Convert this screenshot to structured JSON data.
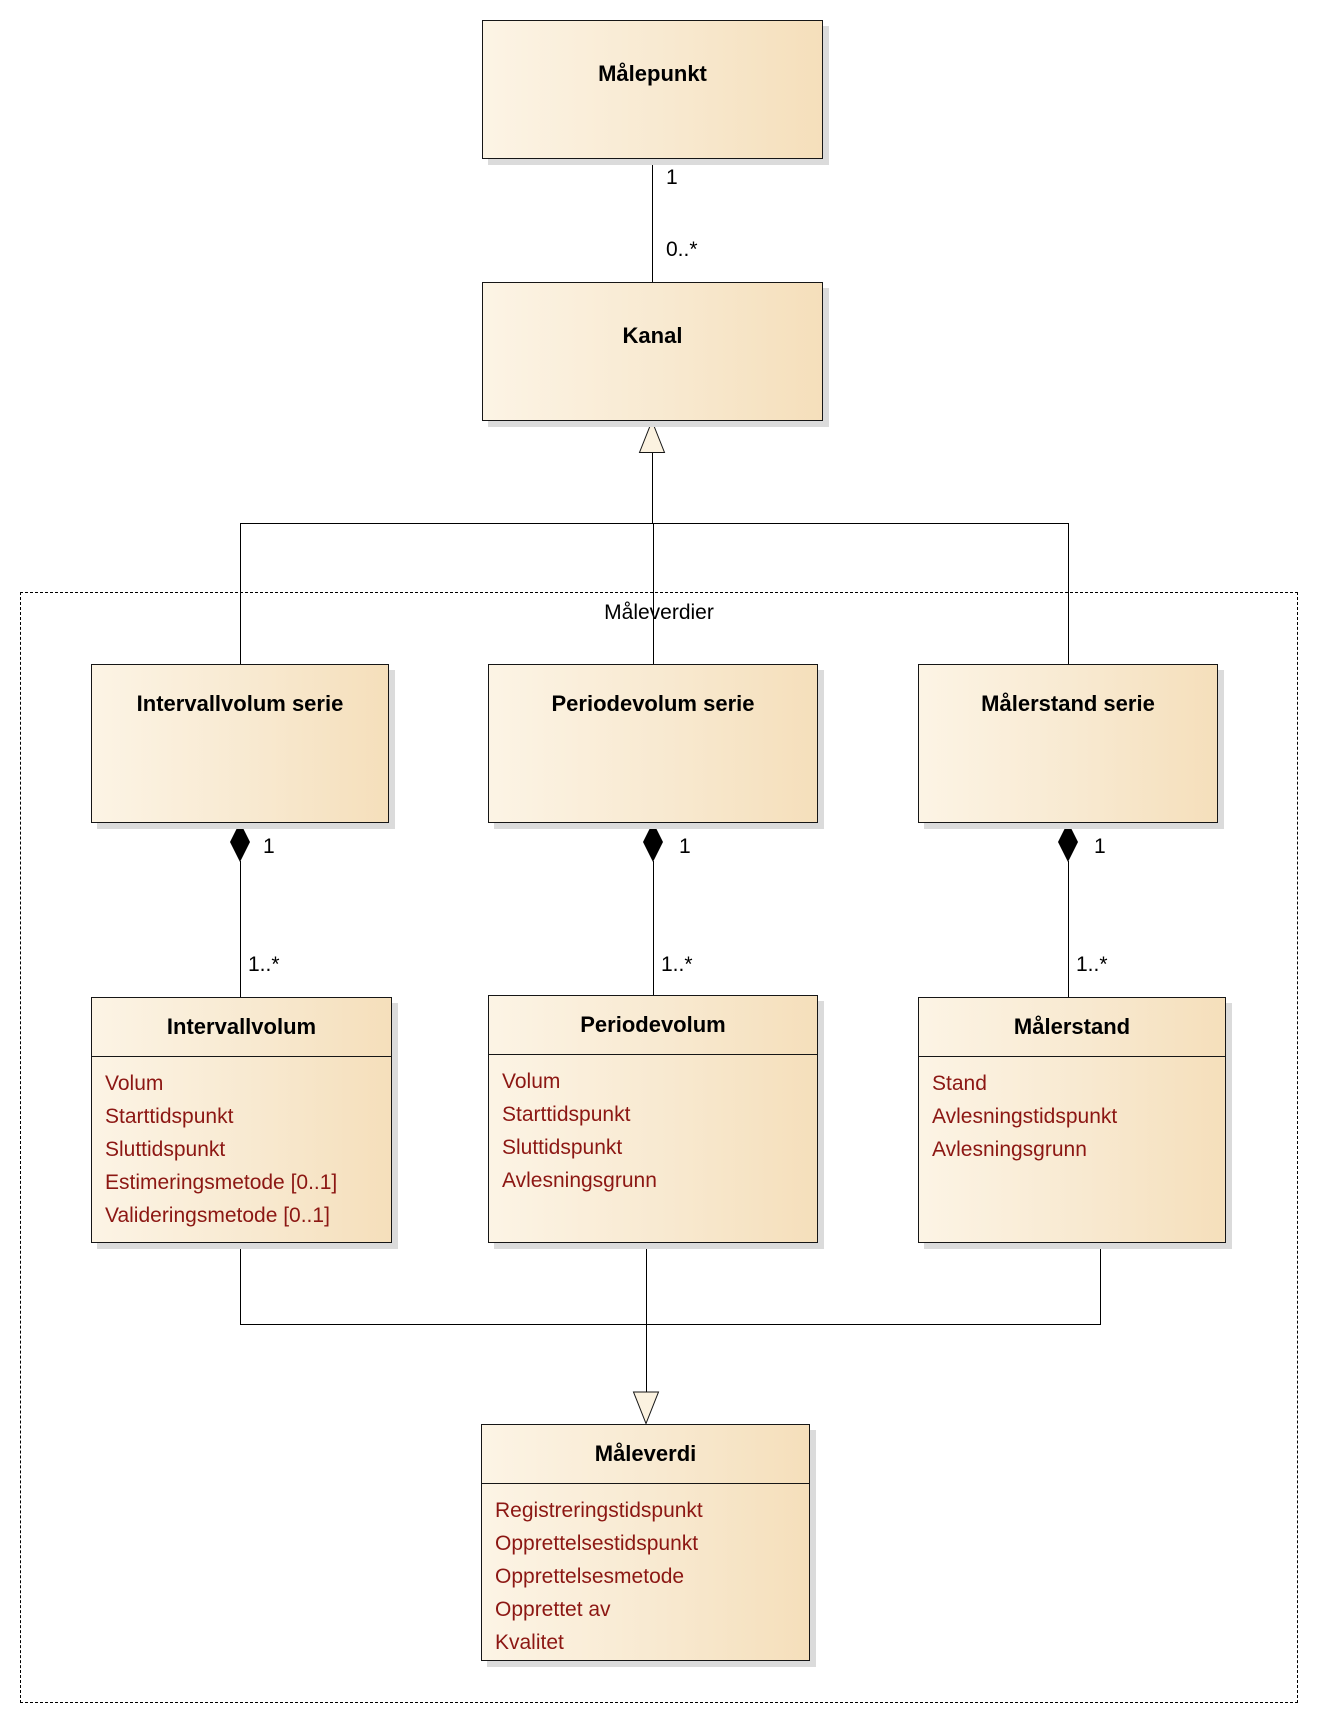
{
  "diagram": {
    "frame_label": "Måleverdier",
    "nodes": {
      "malepunkt": {
        "title": "Målepunkt"
      },
      "kanal": {
        "title": "Kanal"
      },
      "intervallvolum_serie": {
        "title": "Intervallvolum serie"
      },
      "periodevolum_serie": {
        "title": "Periodevolum serie"
      },
      "malerstand_serie": {
        "title": "Målerstand serie"
      },
      "intervallvolum": {
        "title": "Intervallvolum",
        "attributes": [
          "Volum",
          "Starttidspunkt",
          "Sluttidspunkt",
          "Estimeringsmetode [0..1]",
          "Valideringsmetode [0..1]"
        ]
      },
      "periodevolum": {
        "title": "Periodevolum",
        "attributes": [
          "Volum",
          "Starttidspunkt",
          "Sluttidspunkt",
          "Avlesningsgrunn"
        ]
      },
      "malerstand": {
        "title": "Målerstand",
        "attributes": [
          "Stand",
          "Avlesningstidspunkt",
          "Avlesningsgrunn"
        ]
      },
      "maleverdi": {
        "title": "Måleverdi",
        "attributes": [
          "Registreringstidspunkt",
          "Opprettelsestidspunkt",
          "Opprettelsesmetode",
          "Opprettet av",
          "Kvalitet"
        ]
      }
    },
    "edges": {
      "malepunkt_kanal": {
        "source_multiplicity": "1",
        "target_multiplicity": "0..*"
      },
      "intervallvolum_comp": {
        "source_multiplicity": "1",
        "target_multiplicity": "1..*"
      },
      "periodevolum_comp": {
        "source_multiplicity": "1",
        "target_multiplicity": "1..*"
      },
      "malerstand_comp": {
        "source_multiplicity": "1",
        "target_multiplicity": "1..*"
      }
    },
    "colors": {
      "node_fill_light": "#FCF4E5",
      "node_fill_dark": "#F5DFBB",
      "node_border": "#161616",
      "attribute_text": "#8C1713",
      "shadow": "#DBDBDB",
      "line": "#000000"
    }
  }
}
